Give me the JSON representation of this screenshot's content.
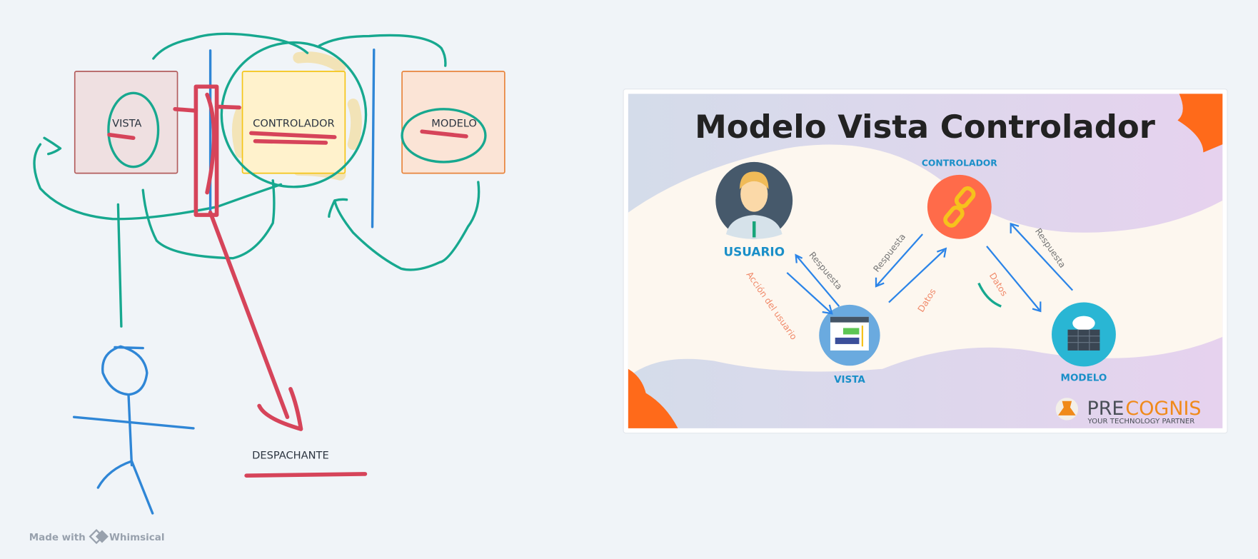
{
  "whiteboard": {
    "boxes": {
      "vista": "VISTA",
      "controlador": "CONTROLADOR",
      "modelo": "MODELO"
    },
    "despachante": "DESPACHANTE",
    "footer": {
      "made_with": "Made with",
      "brand": "Whimsical"
    }
  },
  "diagram_image": {
    "title": "Modelo Vista Controlador",
    "nodes": {
      "usuario": "USUARIO",
      "controlador": "CONTROLADOR",
      "vista": "VISTA",
      "modelo": "MODELO"
    },
    "edge_labels": {
      "accion_usuario": "Acción del usuario",
      "respuesta_usuario": "Respuesta",
      "respuesta_vista": "Respuesta",
      "datos_vista": "Datos",
      "datos_modelo": "Datos",
      "respuesta_modelo": "Respuesta"
    },
    "logo": {
      "brand_a": "PRE",
      "brand_b": "COGNIS",
      "tagline": "YOUR TECHNOLOGY PARTNER"
    }
  },
  "colors": {
    "teal": "#17a88f",
    "red": "#d6445a",
    "blue": "#2f86d6",
    "orange": "#ff6a1a"
  }
}
